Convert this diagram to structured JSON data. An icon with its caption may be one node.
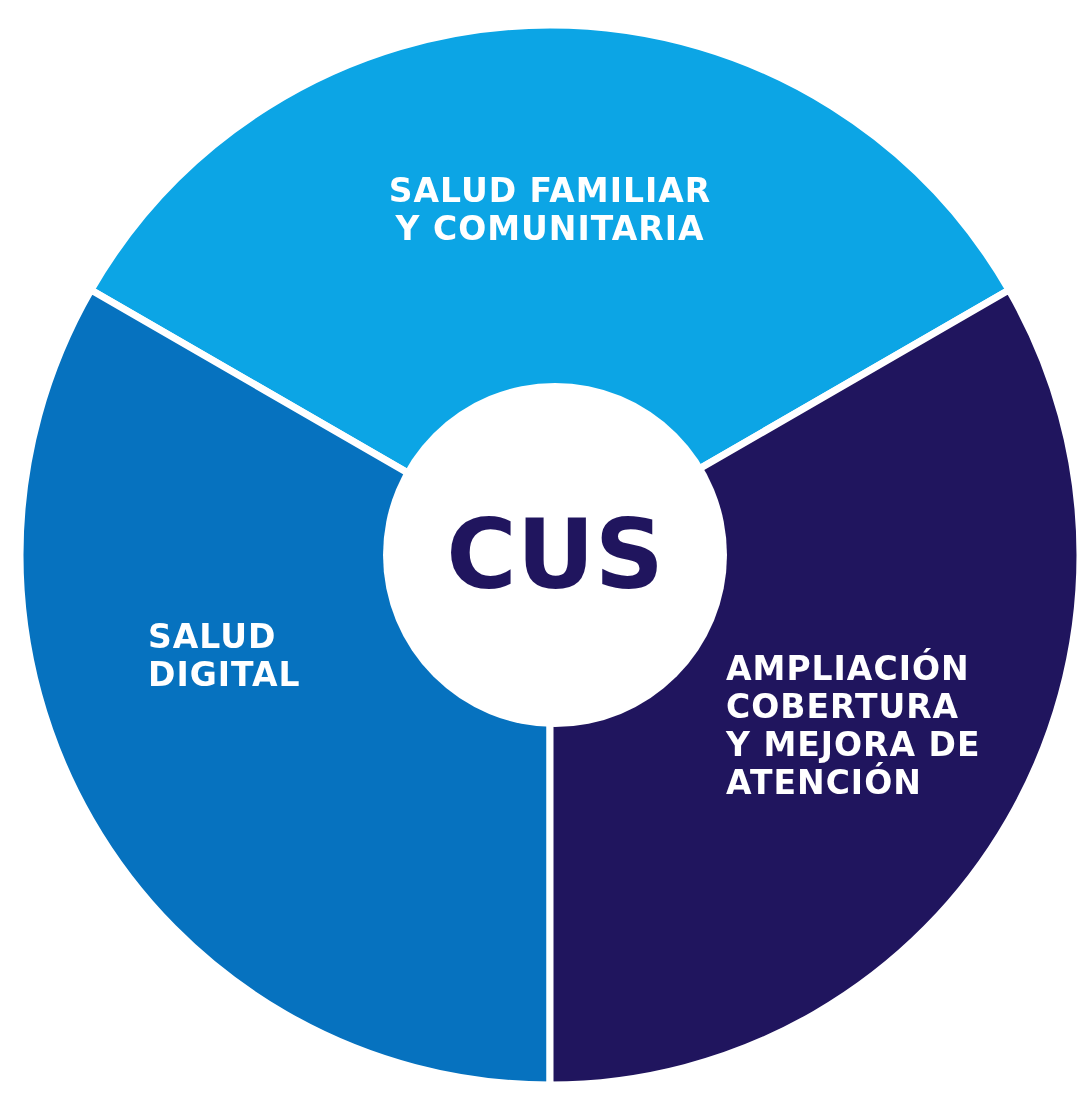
{
  "diagram": {
    "nodes": [
      {
        "text": [
          "SALUD FAMILIAR Y COMUNITARIA"
        ]
      },
      {
        "text": [
          "SALUD DIGITAL"
        ]
      },
      {
        "text": [
          "CUS"
        ]
      },
      {
        "text": [
          "AMPLIACIÓN COBERTURA Y MEJORA DE ATENCIÓN"
        ]
      }
    ]
  }
}
